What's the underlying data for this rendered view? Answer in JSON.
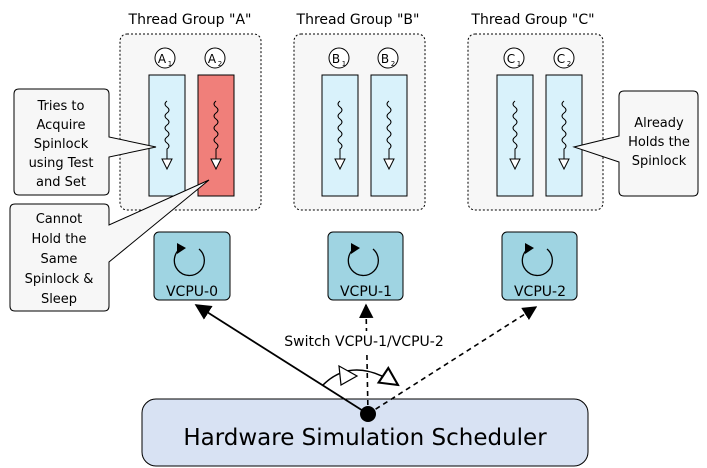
{
  "groups": [
    {
      "title": "Thread Group \"A\"",
      "threads": [
        {
          "letter": "A",
          "sub": "1",
          "state": "acquiring"
        },
        {
          "letter": "A",
          "sub": "2",
          "state": "blocked"
        }
      ]
    },
    {
      "title": "Thread Group \"B\"",
      "threads": [
        {
          "letter": "B",
          "sub": "1",
          "state": "normal"
        },
        {
          "letter": "B",
          "sub": "2",
          "state": "normal"
        }
      ]
    },
    {
      "title": "Thread Group \"C\"",
      "threads": [
        {
          "letter": "C",
          "sub": "1",
          "state": "normal"
        },
        {
          "letter": "C",
          "sub": "2",
          "state": "holding"
        }
      ]
    }
  ],
  "vcpus": [
    {
      "label": "VCPU-0"
    },
    {
      "label": "VCPU-1"
    },
    {
      "label": "VCPU-2"
    }
  ],
  "callouts": {
    "tries": [
      "Tries to",
      "Acquire",
      "Spinlock",
      "using Test",
      "and Set"
    ],
    "cannot": [
      "Cannot",
      "Hold the",
      "Same",
      "Spinlock &",
      "Sleep"
    ],
    "holds": [
      "Already",
      "Holds the",
      "Spinlock"
    ]
  },
  "switch_label": "Switch VCPU-1/VCPU-2",
  "scheduler_label": "Hardware Simulation Scheduler",
  "colors": {
    "thread_fill": "#d9f2fb",
    "blocked_fill": "#f07f7a",
    "vcpu_fill": "#9fd4e2",
    "scheduler_fill": "#d8e2f3",
    "group_bg": "#f7f7f7"
  }
}
